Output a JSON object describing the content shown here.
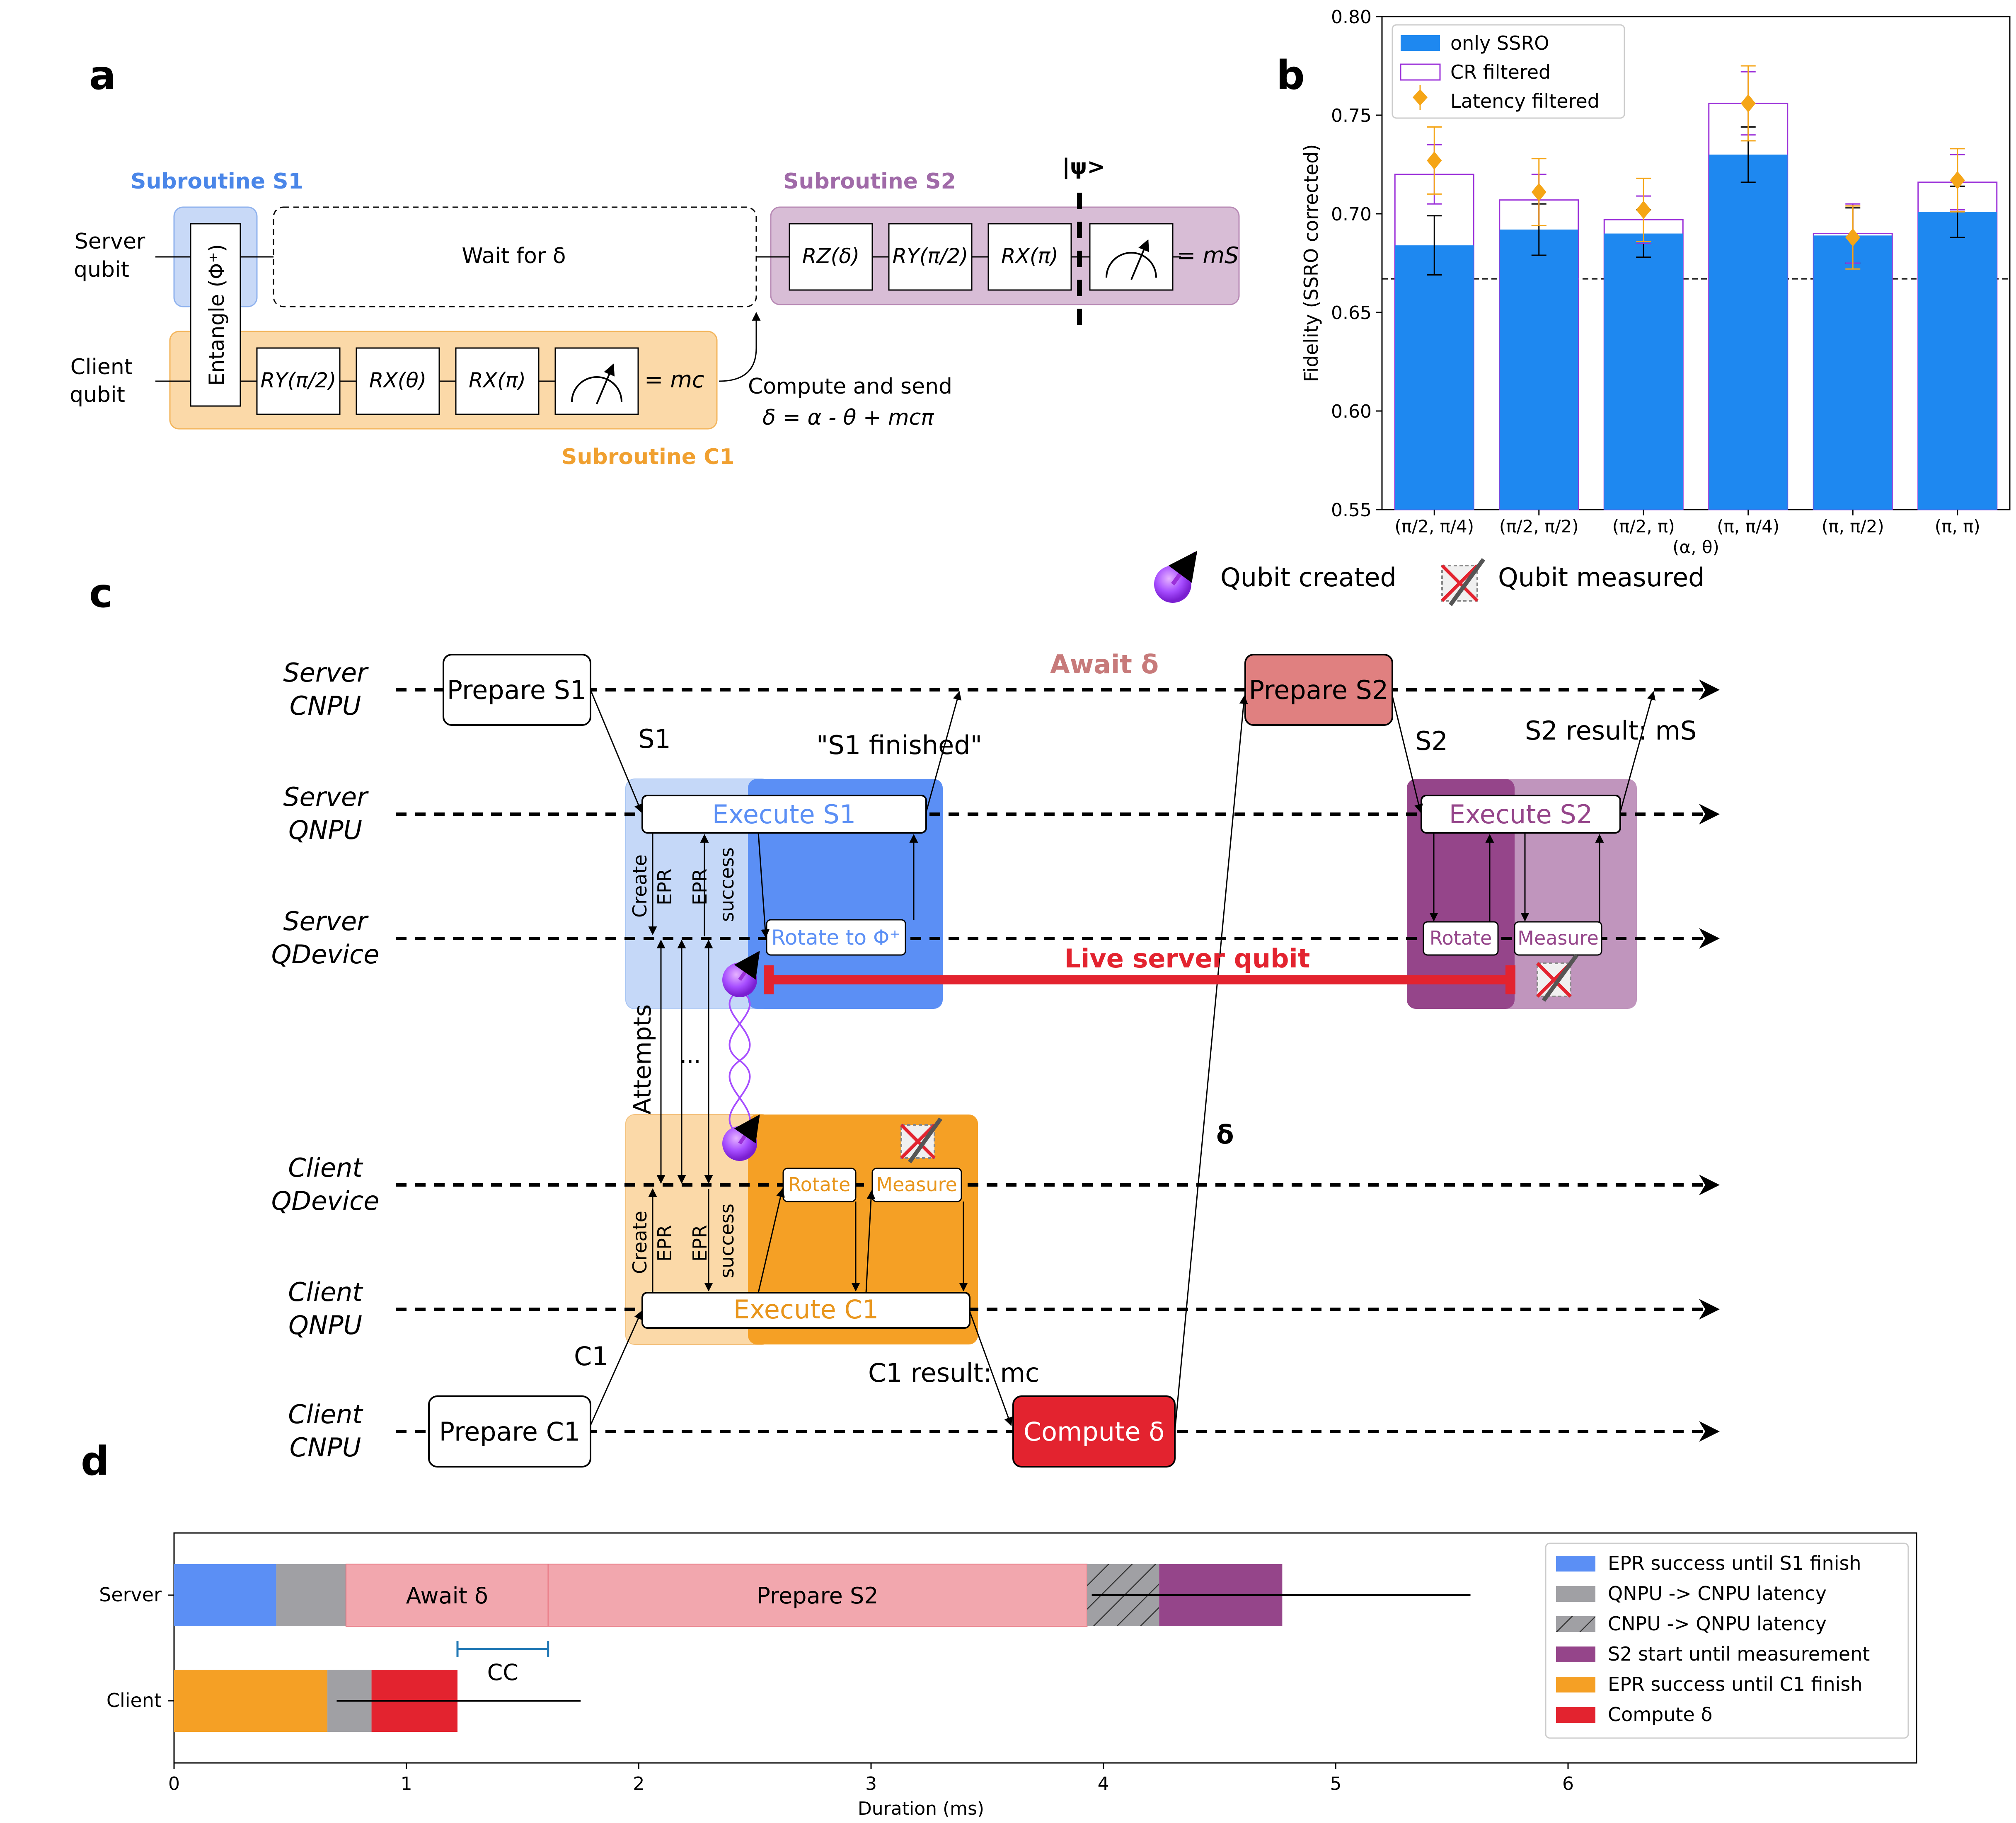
{
  "panels": {
    "a": "a",
    "b": "b",
    "c": "c",
    "d": "d"
  },
  "panel_a": {
    "subroutine_s1": "Subroutine S1",
    "subroutine_s2": "Subroutine S2",
    "subroutine_c1": "Subroutine C1",
    "server_qubit": [
      "Server",
      "qubit"
    ],
    "client_qubit": [
      "Client",
      "qubit"
    ],
    "entangle": "Entangle (Φ⁺)",
    "wait": "Wait for δ",
    "gates_client": [
      "RY(π/2)",
      "RX(θ)",
      "RX(π)"
    ],
    "gates_server": [
      "RZ(δ)",
      "RY(π/2)",
      "RX(π)"
    ],
    "psi": "|ψ>",
    "m_c": "= mc",
    "m_s": "= mS",
    "compute_send": "Compute and send",
    "delta_formula": "δ = α - θ + mcπ"
  },
  "chart_data": [
    {
      "type": "bar",
      "panel": "b",
      "categories": [
        "(π/2, π/4)",
        "(π/2, π/2)",
        "(π/2, π)",
        "(π, π/4)",
        "(π, π/2)",
        "(π, π)"
      ],
      "xlabel": "(α, θ)",
      "ylabel": "Fidelity (SSRO corrected)",
      "ylim": [
        0.55,
        0.8
      ],
      "yticks": [
        "0.55",
        "0.60",
        "0.65",
        "0.70",
        "0.75",
        "0.80"
      ],
      "threshold": 0.667,
      "legend_placement": "top-left",
      "series": [
        {
          "name": "only SSRO",
          "values": [
            0.684,
            0.692,
            0.69,
            0.73,
            0.689,
            0.701
          ],
          "err": [
            0.015,
            0.013,
            0.012,
            0.014,
            0.014,
            0.013
          ],
          "color": "#1e88f0"
        },
        {
          "name": "CR filtered",
          "values": [
            0.72,
            0.707,
            0.697,
            0.756,
            0.69,
            0.716
          ],
          "err": [
            0.015,
            0.013,
            0.012,
            0.016,
            0.015,
            0.014
          ],
          "color": "#9b30d9"
        },
        {
          "name": "Latency filtered",
          "values": [
            0.727,
            0.711,
            0.702,
            0.756,
            0.688,
            0.717
          ],
          "err": [
            0.017,
            0.017,
            0.016,
            0.019,
            0.016,
            0.016
          ],
          "color": "#f5a516"
        }
      ]
    },
    {
      "type": "bar",
      "panel": "d",
      "orientation": "horizontal-stacked",
      "categories": [
        "Server",
        "Client"
      ],
      "xlabel": "Duration (ms)",
      "xlim": [
        0,
        7.5
      ],
      "xticks": [
        "0",
        "1",
        "2",
        "3",
        "4",
        "5",
        "6"
      ],
      "legend_placement": "top-right",
      "legend": [
        {
          "name": "EPR success until S1 finish",
          "color": "#5b8ff5"
        },
        {
          "name": "QNPU -> CNPU latency",
          "color": "#a0a0a4"
        },
        {
          "name": "CNPU -> QNPU latency",
          "color": "#a0a0a4",
          "hatch": true
        },
        {
          "name": "S2 start until measurement",
          "color": "#95458a"
        },
        {
          "name": "EPR success until C1 finish",
          "color": "#f5a025"
        },
        {
          "name": "Compute δ",
          "color": "#e3232f"
        }
      ],
      "server_segments": [
        {
          "start": 0,
          "end": 0.44,
          "color": "#5b8ff5",
          "label": ""
        },
        {
          "start": 0.44,
          "end": 0.74,
          "color": "#a0a0a4",
          "label": ""
        },
        {
          "start": 0.74,
          "end": 1.61,
          "color": "#f2a7ae",
          "label": "Await δ"
        },
        {
          "start": 1.61,
          "end": 3.93,
          "color": "#f2a7ae",
          "label": "Prepare S2"
        },
        {
          "start": 3.93,
          "end": 4.24,
          "color": "#a0a0a4",
          "hatch": true,
          "label": ""
        },
        {
          "start": 4.24,
          "end": 4.77,
          "color": "#95458a",
          "label": ""
        }
      ],
      "server_error": [
        3.95,
        5.58
      ],
      "client_segments": [
        {
          "start": 0,
          "end": 0.66,
          "color": "#f5a025",
          "label": ""
        },
        {
          "start": 0.66,
          "end": 0.85,
          "color": "#a0a0a4",
          "label": ""
        },
        {
          "start": 0.85,
          "end": 1.22,
          "color": "#e3232f",
          "label": ""
        }
      ],
      "client_error": [
        0.7,
        1.75
      ],
      "cc_label": "CC",
      "cc_range": [
        1.22,
        1.61
      ]
    }
  ],
  "panel_c": {
    "legend_created": "Qubit created",
    "legend_measured": "Qubit measured",
    "rows": [
      [
        "Server",
        "CNPU"
      ],
      [
        "Server",
        "QNPU"
      ],
      [
        "Server",
        "QDevice"
      ],
      [
        "Client",
        "QDevice"
      ],
      [
        "Client",
        "QNPU"
      ],
      [
        "Client",
        "CNPU"
      ]
    ],
    "prepare_s1": "Prepare S1",
    "prepare_s2": "Prepare S2",
    "prepare_c1": "Prepare C1",
    "compute_delta": "Compute δ",
    "execute_s1": "Execute S1",
    "execute_s2": "Execute S2",
    "execute_c1": "Execute C1",
    "rotate_phi": "Rotate to Φ⁺",
    "rotate": "Rotate",
    "measure": "Measure",
    "await_delta": "Await δ",
    "s1": "S1",
    "s2": "S2",
    "c1": "C1",
    "s1_finished": "\"S1 finished\"",
    "s2_result": "S2 result: mS",
    "c1_result": "C1 result: mc",
    "delta": "δ",
    "live_qubit": "Live server qubit",
    "attempts": "Attempts",
    "dots": "...",
    "create_epr": [
      "Create",
      "EPR"
    ],
    "epr_success": [
      "EPR",
      "success"
    ]
  }
}
